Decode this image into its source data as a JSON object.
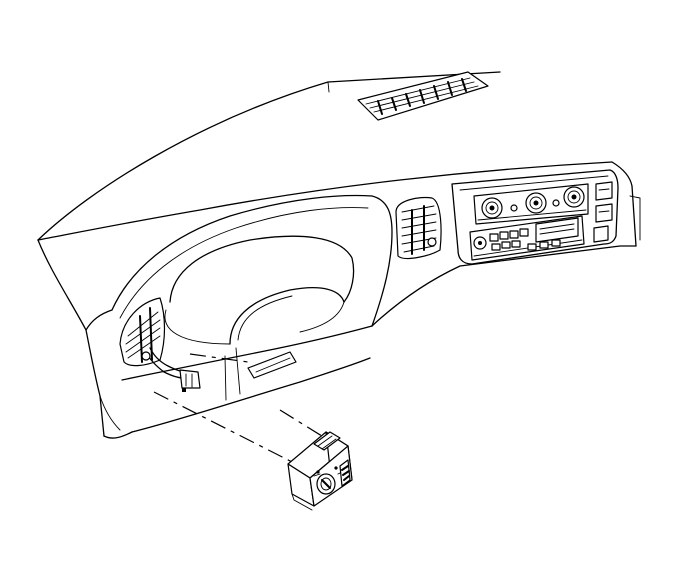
{
  "diagram": {
    "kind": "exploded line illustration",
    "colors": {
      "stroke": "#000000",
      "background": "#ffffff"
    },
    "parts": [
      "instrument-panel",
      "defroster-grille",
      "instrument-cluster-hood",
      "center-air-outlet",
      "radio-hvac-bezel",
      "left-air-outlet",
      "electrical-connector",
      "headlamp-switch-assembly"
    ]
  }
}
